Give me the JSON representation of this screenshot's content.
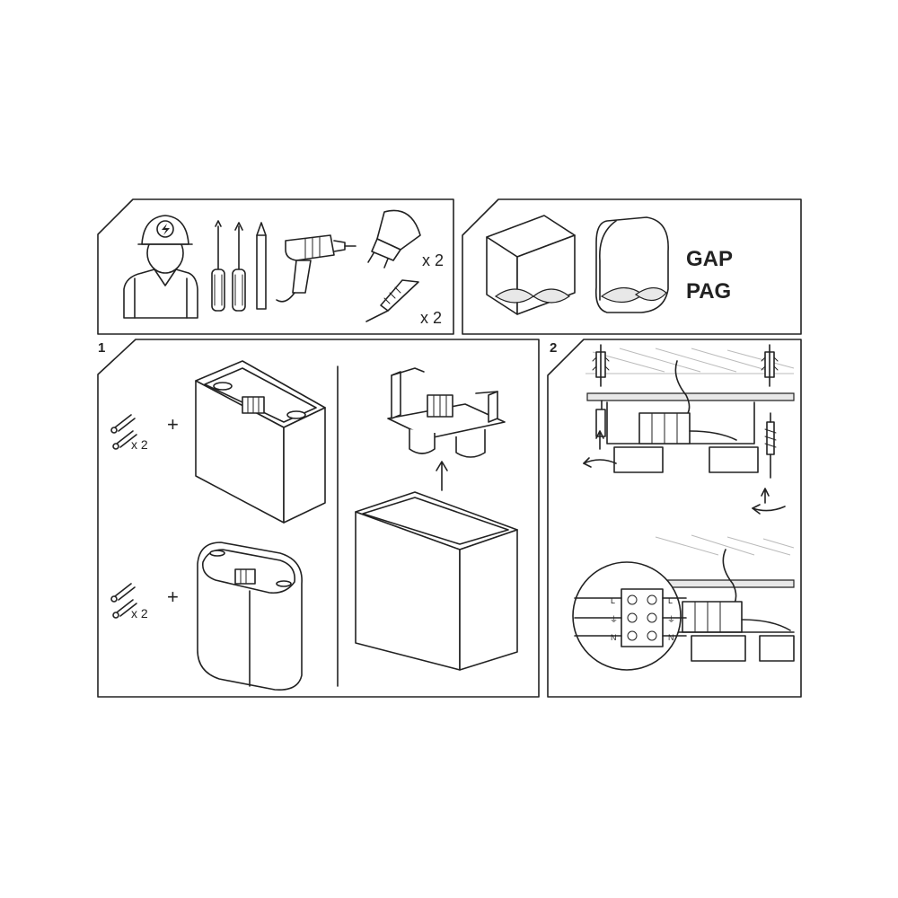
{
  "tools_panel": {
    "bulb_qty": "x 2",
    "anchor_qty": "x 2"
  },
  "models_panel": {
    "model_1": "GAP",
    "model_2": "PAG"
  },
  "step_1": {
    "number": "1",
    "screw_qty_top": "x 2",
    "screw_qty_bottom": "x 2",
    "plus": "+"
  },
  "step_2": {
    "number": "2",
    "terminal_labels": [
      "L",
      "⏚",
      "N"
    ]
  },
  "colors": {
    "line": "#222222",
    "background": "#ffffff",
    "ceiling_hatch": "#bbbbbb"
  }
}
